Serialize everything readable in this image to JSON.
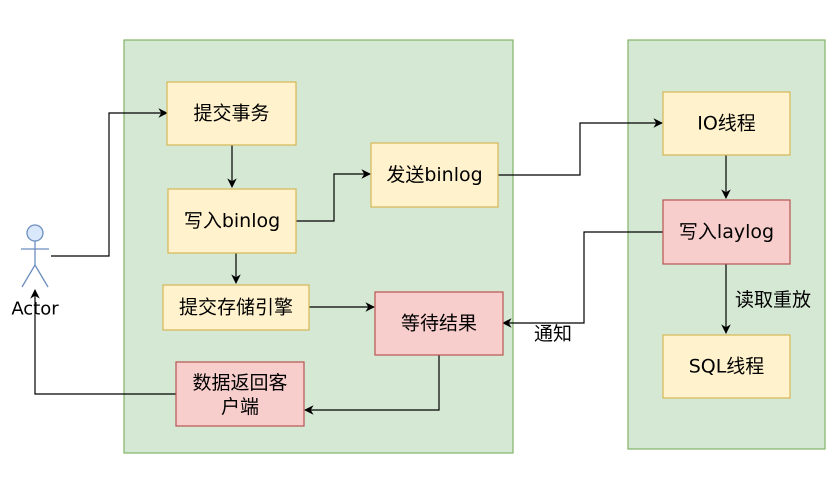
{
  "colors": {
    "group_fill": "#d5e8d4",
    "group_stroke": "#82b366",
    "yellow_fill": "#fff2cc",
    "yellow_stroke": "#d6b656",
    "red_fill": "#f8cecc",
    "red_stroke": "#b85450",
    "actor_fill": "#dae8fc",
    "actor_stroke": "#6c8ebf"
  },
  "actor": {
    "label": "Actor",
    "icon": "actor-icon"
  },
  "nodes": {
    "commit_tx": "提交事务",
    "write_binlog": "写入binlog",
    "commit_engine": "提交存储引擎",
    "send_binlog": "发送binlog",
    "wait_result": "等待结果",
    "return_client_line1": "数据返回客",
    "return_client_line2": "户端",
    "io_thread": "IO线程",
    "write_relaylog": "写入laylog",
    "sql_thread": "SQL线程"
  },
  "edge_labels": {
    "notify": "通知",
    "read_replay": "读取重放"
  }
}
